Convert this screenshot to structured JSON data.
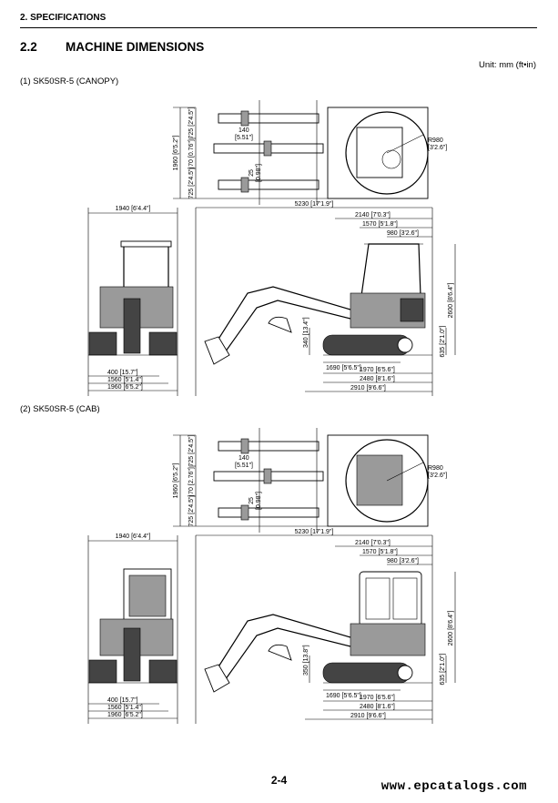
{
  "header": {
    "section": "2. SPECIFICATIONS"
  },
  "title": {
    "number": "2.2",
    "text": "MACHINE DIMENSIONS"
  },
  "unit_note": "Unit: mm (ft•in)",
  "footer": {
    "page": "2-4",
    "site": "www.epcatalogs.com"
  },
  "diagrams": [
    {
      "caption": "(1) SK50SR-5 (CANOPY)",
      "top_view": {
        "radius": "R980",
        "radius_ft": "[3'2.6\"]",
        "d140": "140",
        "d140_ft": "[5.51\"]",
        "d25": "25",
        "d25_ft": "[0.98\"]",
        "d1960": "1960 [6'5.2\"]",
        "d725a": "725 [2'4.5\"]",
        "d70": "70 [0.76\"]",
        "d725b": "725 [2'4.5\"]"
      },
      "front_view": {
        "width_total": "1940 [6'4.4\"]",
        "track_400": "400 [15.7\"]",
        "track_1560": "1560 [5'1.4\"]",
        "track_1960": "1960 [6'5.2\"]"
      },
      "side_view": {
        "length": "5230 [17'1.9\"]",
        "d2140": "2140 [7'0.3\"]",
        "d1570": "1570 [5'1.8\"]",
        "d980": "980 [3'2.6\"]",
        "height": "2600 [8'6.4\"]",
        "ground": "635 [2'1.0\"]",
        "blade": "340 [13.4\"]",
        "d1690": "1690 [5'6.5\"]",
        "d1970": "1970 [6'5.6\"]",
        "d2480": "2480 [8'1.6\"]",
        "d2910": "2910 [9'6.6\"]"
      }
    },
    {
      "caption": "(2) SK50SR-5 (CAB)",
      "top_view": {
        "radius": "R980",
        "radius_ft": "[3'2.6\"]",
        "d140": "140",
        "d140_ft": "[5.51\"]",
        "d25": "25",
        "d25_ft": "[0.98\"]",
        "d1960": "1960 [6'5.2\"]",
        "d725a": "725 [2'4.5\"]",
        "d70": "70 [2.76\"]",
        "d725b": "725 [2'4.5\"]"
      },
      "front_view": {
        "width_total": "1940 [6'4.4\"]",
        "track_400": "400 [15.7\"]",
        "track_1560": "1560 [5'1.4\"]",
        "track_1960": "1960 [6'5.2\"]"
      },
      "side_view": {
        "length": "5230 [17'1.9\"]",
        "d2140": "2140 [7'0.3\"]",
        "d1570": "1570 [5'1.8\"]",
        "d980": "980 [3'2.6\"]",
        "height": "2600 [8'6.4\"]",
        "ground": "635 [2'1.0\"]",
        "blade": "350 [13.8\"]",
        "d1690": "1690 [5'6.5\"]",
        "d1970": "1970 [6'5.6\"]",
        "d2480": "2480 [8'1.6\"]",
        "d2910": "2910 [9'6.6\"]"
      }
    }
  ]
}
